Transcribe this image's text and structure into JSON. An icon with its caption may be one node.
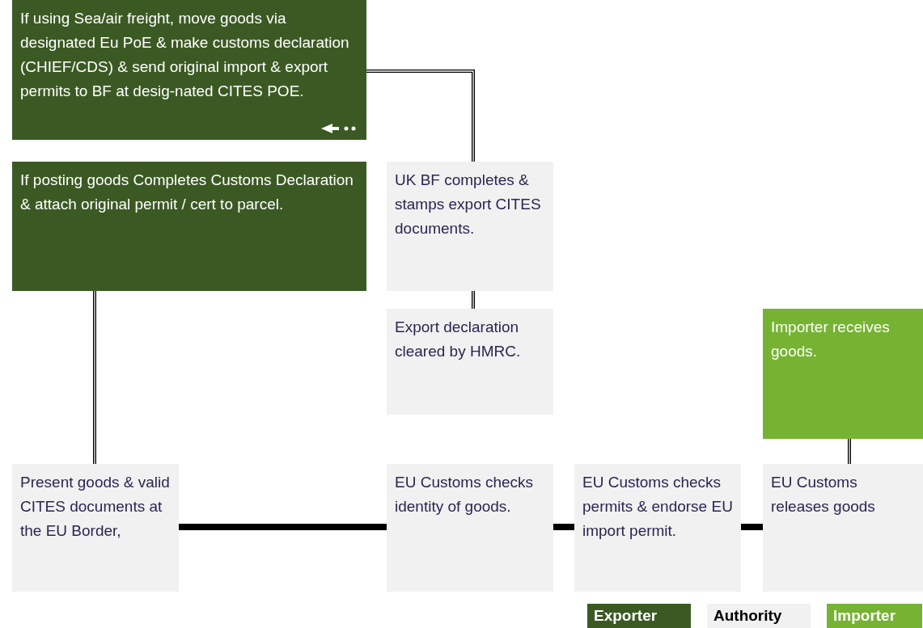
{
  "diagram": {
    "nodes": [
      {
        "text": [
          "If using Sea/air freight, move goods via designated Eu PoE & make customs declaration (CHIEF/CDS) & send original import & export permits to BF at desig-nated CITES POE."
        ]
      },
      {
        "text": [
          "If posting goods Completes Customs Declaration & attach original permit / cert to parcel."
        ]
      },
      {
        "text": [
          "UK BF completes & stamps export CITES documents."
        ]
      },
      {
        "text": [
          "Export declaration cleared by HMRC."
        ]
      },
      {
        "text": [
          "Present goods & valid CITES documents at the EU Border,"
        ]
      },
      {
        "text": [
          "EU Customs checks identity of goods."
        ]
      },
      {
        "text": [
          "EU Customs checks permits & endorse EU import permit."
        ]
      },
      {
        "text": [
          "EU Customs releases goods"
        ]
      },
      {
        "text": [
          "Importer receives goods."
        ]
      }
    ],
    "edges": [
      {
        "from": 0,
        "to": 2,
        "arrow": "none"
      },
      {
        "from": 1,
        "to": 4,
        "arrow": "none"
      },
      {
        "from": 2,
        "to": 3,
        "arrow": "none"
      },
      {
        "from": 4,
        "to": 5,
        "arrow": "none",
        "style": "thick"
      },
      {
        "from": 5,
        "to": 6,
        "arrow": "none",
        "style": "thick"
      },
      {
        "from": 6,
        "to": 7,
        "arrow": "none",
        "style": "thick"
      },
      {
        "from": 8,
        "to": 7,
        "arrow": "none"
      }
    ],
    "legend": [
      {
        "text": "Exporter",
        "color": "#3b5a23"
      },
      {
        "text": "Authority",
        "color": "#f1f1f1"
      },
      {
        "text": "Importer",
        "color": "#76b332"
      }
    ]
  }
}
